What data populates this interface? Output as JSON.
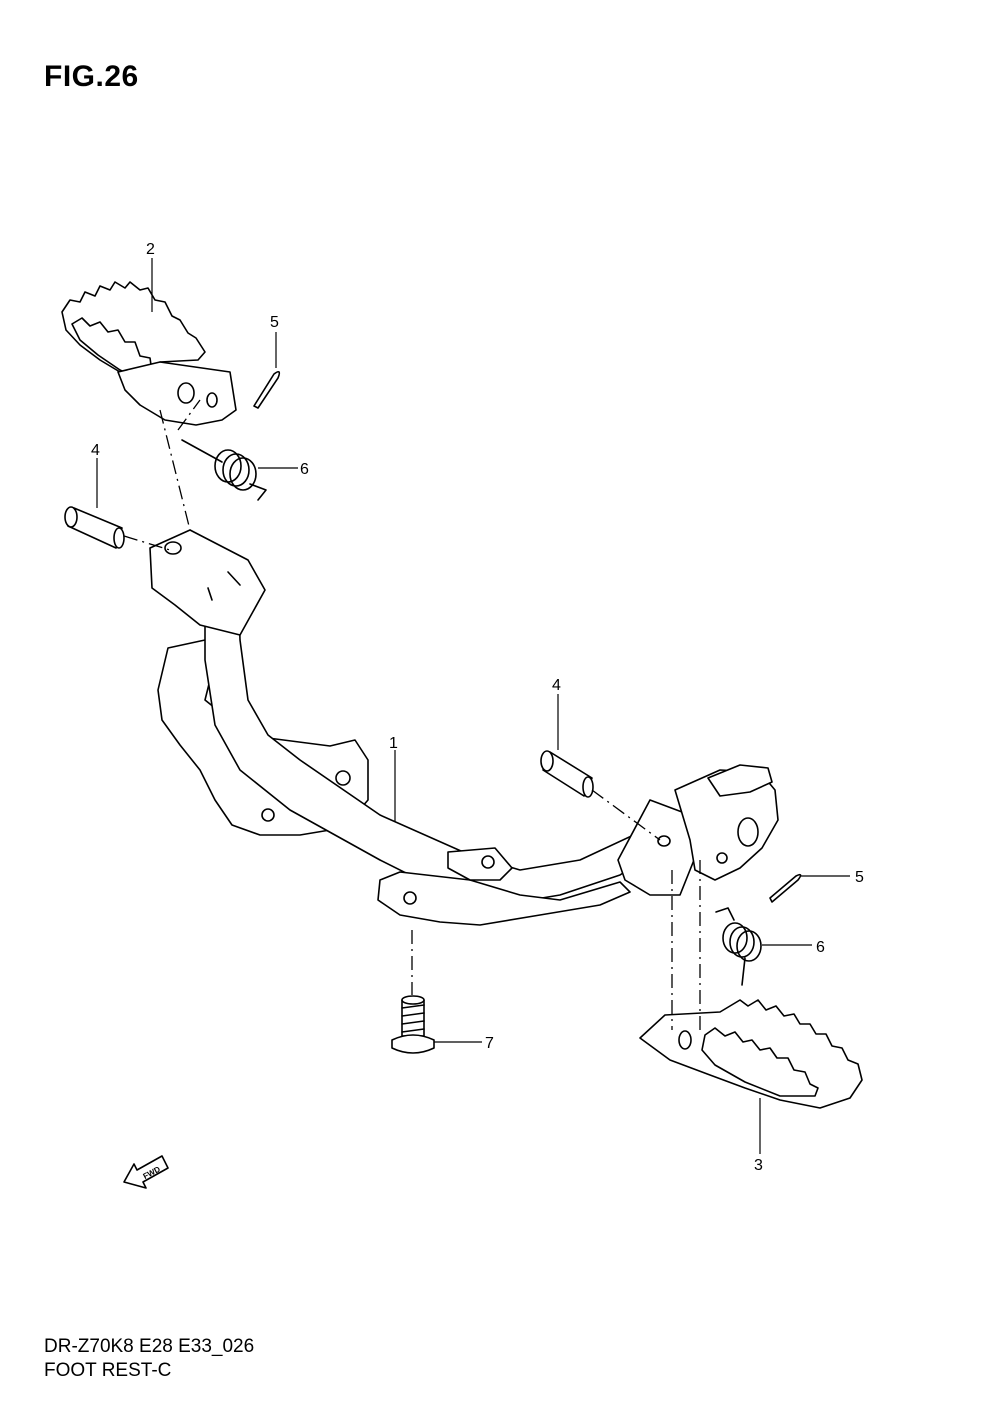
{
  "figure": {
    "title": "FIG.26",
    "model_code": "DR-Z70K8 E28 E33_026",
    "section_name": "FOOT REST-C"
  },
  "callouts": [
    "1",
    "2",
    "3",
    "4",
    "4",
    "5",
    "5",
    "6",
    "6",
    "7"
  ],
  "fwd_label": "FWD"
}
